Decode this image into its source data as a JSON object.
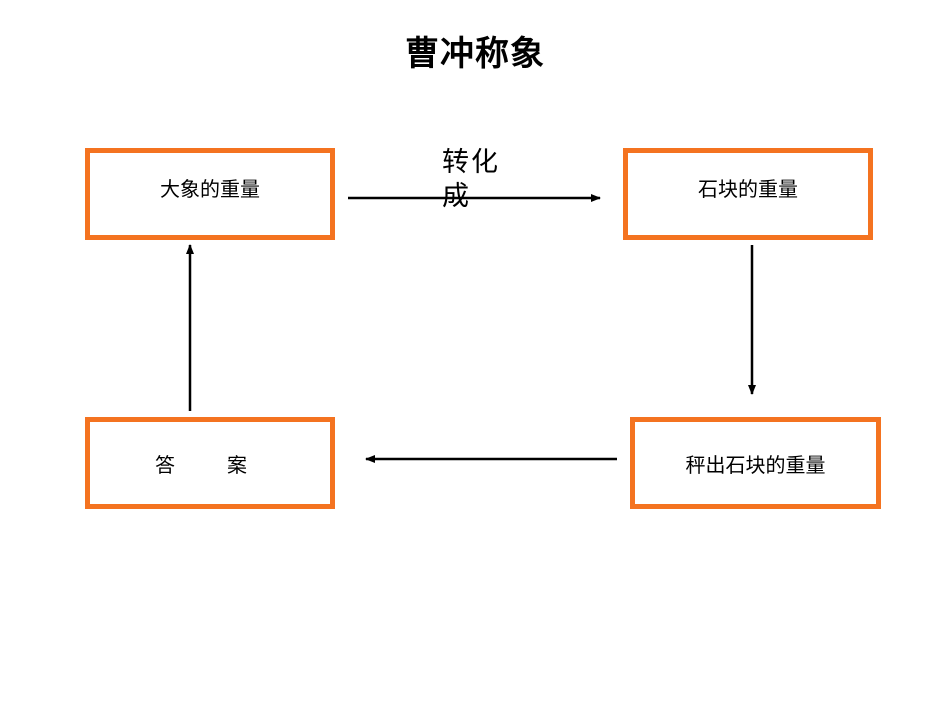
{
  "title": "曹冲称象",
  "nodes": {
    "elephant_weight": "大象的重量",
    "stone_weight": "石块的重量",
    "weigh_stones": "秤出石块的重量",
    "answer_left": "答",
    "answer_right": "案"
  },
  "edge_label": "转化成",
  "colors": {
    "box_border": "#f47320",
    "arrow": "#000000"
  }
}
